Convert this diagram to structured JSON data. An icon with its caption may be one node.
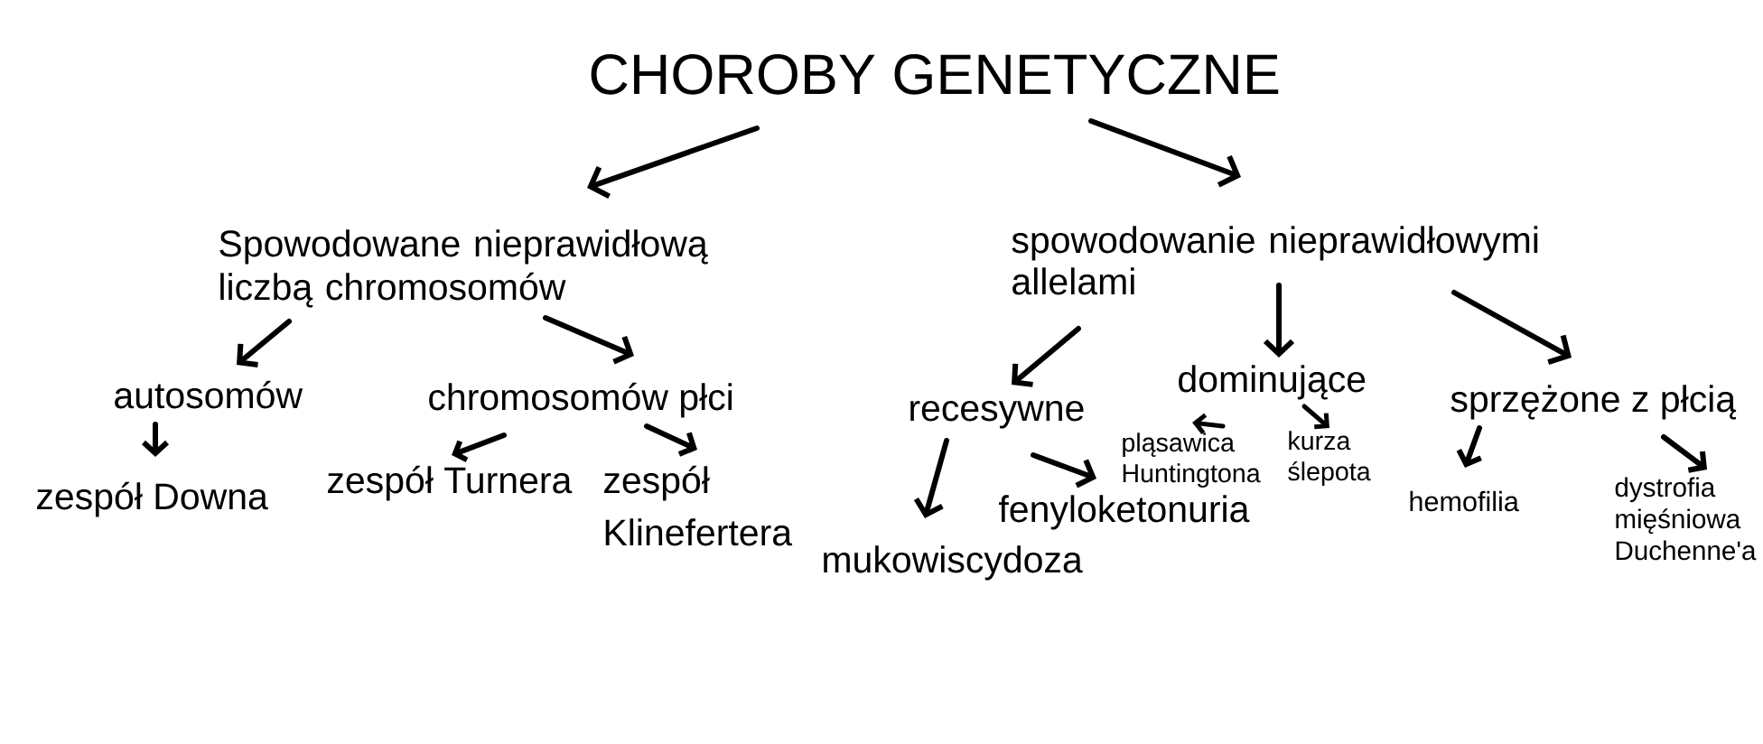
{
  "diagram": {
    "nodes": [
      {
        "text": [
          "CHOROBY GENETYCZNE"
        ]
      },
      {
        "text": [
          "Spowodowane nieprawidłową liczbą chromosomów"
        ]
      },
      {
        "text": [
          "spowodowanie nieprawidłowymi allelami"
        ]
      },
      {
        "text": [
          "autosomów"
        ]
      },
      {
        "text": [
          "chromosomów płci"
        ]
      },
      {
        "text": [
          "zespół Downa"
        ]
      },
      {
        "text": [
          "zespół Turnera"
        ]
      },
      {
        "text": [
          "zespół Klinefertera"
        ]
      },
      {
        "text": [
          "recesywne"
        ]
      },
      {
        "text": [
          "dominujące"
        ]
      },
      {
        "text": [
          "sprzężone z płcią"
        ]
      },
      {
        "text": [
          "mukowiscydoza"
        ]
      },
      {
        "text": [
          "fenyloketonuria"
        ]
      },
      {
        "text": [
          "pląsawica Huntingtona"
        ]
      },
      {
        "text": [
          "kurza ślepota"
        ]
      },
      {
        "text": [
          "hemofilia"
        ]
      },
      {
        "text": [
          "dystrofia mięśniowa Duchenne'a"
        ]
      }
    ],
    "edges": [
      {
        "from": 0,
        "to": 1,
        "arrow": "to"
      },
      {
        "from": 0,
        "to": 2,
        "arrow": "to"
      },
      {
        "from": 1,
        "to": 3,
        "arrow": "to"
      },
      {
        "from": 1,
        "to": 4,
        "arrow": "to"
      },
      {
        "from": 3,
        "to": 5,
        "arrow": "to"
      },
      {
        "from": 4,
        "to": 6,
        "arrow": "to"
      },
      {
        "from": 4,
        "to": 7,
        "arrow": "to"
      },
      {
        "from": 2,
        "to": 8,
        "arrow": "to"
      },
      {
        "from": 2,
        "to": 9,
        "arrow": "to"
      },
      {
        "from": 2,
        "to": 10,
        "arrow": "to"
      },
      {
        "from": 8,
        "to": 11,
        "arrow": "to"
      },
      {
        "from": 8,
        "to": 12,
        "arrow": "to"
      },
      {
        "from": 9,
        "to": 13,
        "arrow": "to"
      },
      {
        "from": 9,
        "to": 14,
        "arrow": "to"
      },
      {
        "from": 10,
        "to": 15,
        "arrow": "to"
      },
      {
        "from": 10,
        "to": 16,
        "arrow": "to"
      }
    ]
  }
}
